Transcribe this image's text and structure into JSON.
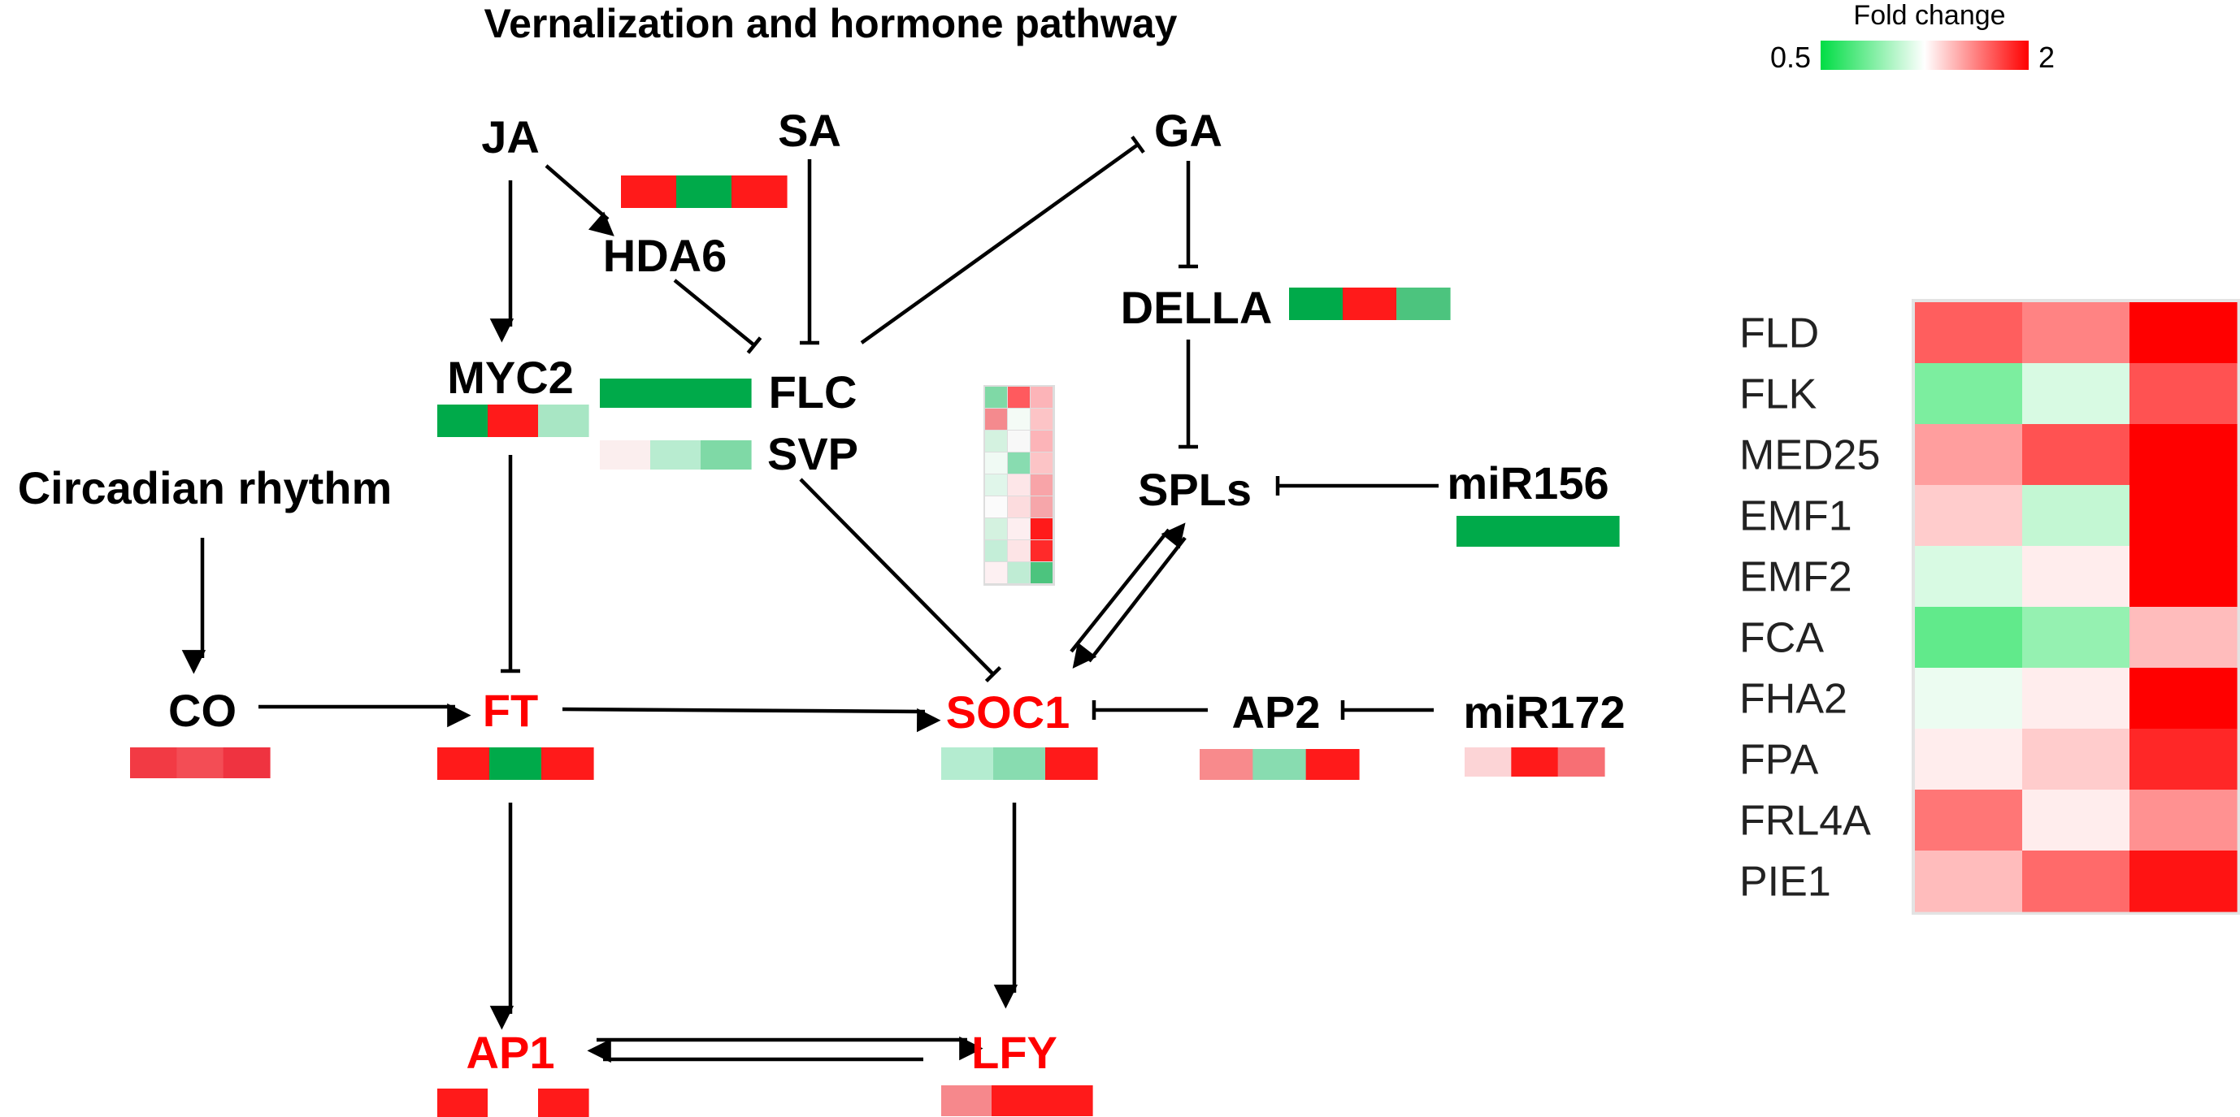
{
  "title": "Vernalization and hormone pathway",
  "legend": {
    "title": "Fold change",
    "min_label": "0.5",
    "max_label": "2",
    "colors": [
      "#00dd44",
      "#ffffff",
      "#ff0000"
    ]
  },
  "nodes": {
    "ja": "JA",
    "sa": "SA",
    "ga": "GA",
    "hda6": "HDA6",
    "della": "DELLA",
    "myc2": "MYC2",
    "flc": "FLC",
    "svp": "SVP",
    "spls": "SPLs",
    "mir156": "miR156",
    "circadian": "Circadian rhythm",
    "co": "CO",
    "ft": "FT",
    "soc1": "SOC1",
    "ap2": "AP2",
    "mir172": "miR172",
    "ap1": "AP1",
    "lfy": "LFY"
  },
  "highlight_color": "#ff0000",
  "heat_colors": {
    "ja_hda6": [
      "#ff1a1a",
      "#00aa4a",
      "#ff1a1a"
    ],
    "della": [
      "#00aa4a",
      "#ff1a1a",
      "#4cc47e"
    ],
    "myc2": [
      "#00aa4a",
      "#ff1a1a",
      "#a8e6c4"
    ],
    "flc": [
      "#00aa4a",
      "#00aa4a",
      "#00aa4a"
    ],
    "svp": [
      "#fbeeee",
      "#b8ecd0",
      "#7fd9a6"
    ],
    "co": [
      "#f23a44",
      "#f34d55",
      "#ef3340"
    ],
    "ft": [
      "#ff1a1a",
      "#00aa4a",
      "#ff1a1a"
    ],
    "soc1": [
      "#b4ecd0",
      "#88dcb0",
      "#ff1a1a"
    ],
    "ap2": [
      "#f88a8c",
      "#88dcb0",
      "#ff1a1a"
    ],
    "mir172": [
      "#fcd4d6",
      "#ff1a1a",
      "#f76f74"
    ],
    "mir156": [
      "#00aa4a",
      "#00aa4a",
      "#00aa4a"
    ],
    "ap1": [
      "#ff1a1a",
      "#ffffff",
      "#ff1a1a"
    ],
    "lfy": [
      "#f6888c",
      "#ff1a1a",
      "#ff1a1a"
    ],
    "spls_matrix": [
      [
        "#7fd9a6",
        "#ff5a5e",
        "#fcb4b8"
      ],
      [
        "#f48a8e",
        "#f4fbf6",
        "#fcc4c6"
      ],
      [
        "#d4f2e0",
        "#f8f8f8",
        "#fcb4b8"
      ],
      [
        "#f0faf4",
        "#88dcb0",
        "#fcc4c6"
      ],
      [
        "#e0f6ea",
        "#fde6e8",
        "#f8a4a8"
      ],
      [
        "#fbfbfb",
        "#fcdcde",
        "#f6a6aa"
      ],
      [
        "#d4f2e0",
        "#fdeef0",
        "#ff1a1a"
      ],
      [
        "#c4eed8",
        "#fde4e6",
        "#ff2a2a"
      ],
      [
        "#fdf0f2",
        "#bfecd4",
        "#4cc47e"
      ]
    ]
  },
  "heatmap": {
    "genes": [
      "FLD",
      "FLK",
      "MED25",
      "EMF1",
      "EMF2",
      "FCA",
      "FHA2",
      "FPA",
      "FRL4A",
      "PIE1"
    ],
    "fold_change": [
      [
        1.55,
        1.4,
        2.0
      ],
      [
        0.7,
        0.9,
        1.6
      ],
      [
        1.3,
        1.6,
        2.0
      ],
      [
        1.15,
        0.85,
        2.0
      ],
      [
        0.9,
        1.05,
        2.0
      ],
      [
        0.65,
        0.75,
        1.2
      ],
      [
        0.95,
        1.05,
        2.0
      ],
      [
        1.05,
        1.15,
        1.8
      ],
      [
        1.45,
        1.05,
        1.35
      ],
      [
        1.2,
        1.5,
        1.9
      ]
    ]
  }
}
